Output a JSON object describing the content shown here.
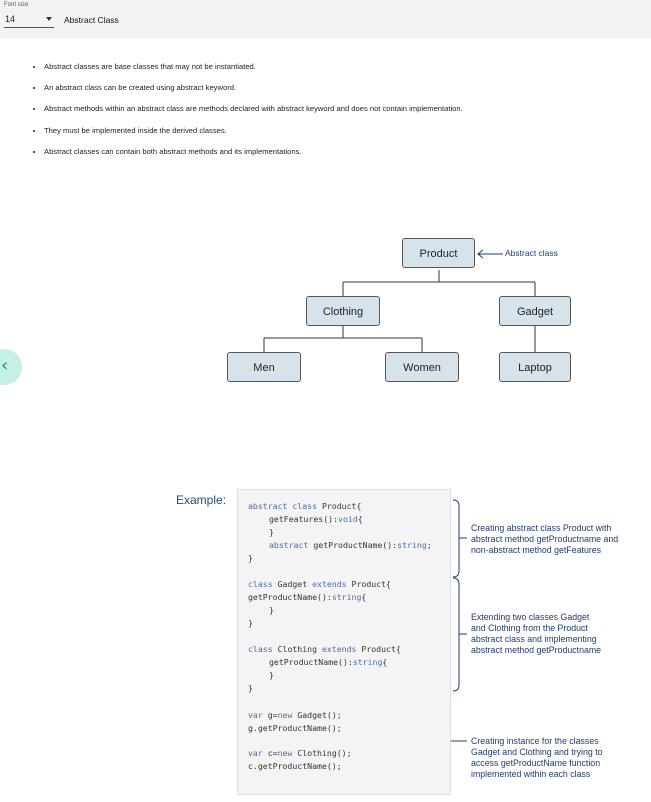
{
  "toolbar": {
    "font_size_label": "Font size",
    "font_size_value": "14",
    "title": "Abstract Class"
  },
  "bullets": [
    "Abstract classes are base classes that may not be instantiated.",
    "An abstract class can be created using abstract keyword.",
    "Abstract methods within an abstract class are methods declared with abstract keyword and does not contain implementation.",
    "They must be implemented inside the derived classes.",
    "Abstract classes can contain both abstract methods and its implementations."
  ],
  "diagram": {
    "product": "Product",
    "clothing": "Clothing",
    "gadget": "Gadget",
    "men": "Men",
    "women": "Women",
    "laptop": "Laptop",
    "abstract_label": "Abstract class"
  },
  "example": {
    "label": "Example:",
    "code": {
      "l1a": "abstract class",
      "l1b": " Product{",
      "l2a": "getFeatures():",
      "l2b": "void",
      "l2c": "{",
      "l3": "}",
      "l4a": "abstract",
      "l4b": " getProductName():",
      "l4c": "string",
      "l4d": ";",
      "l5": "}",
      "l6a": "class",
      "l6b": " Gadget ",
      "l6c": "extends",
      "l6d": " Product{",
      "l7a": "getProductName():",
      "l7b": "string",
      "l7c": "{",
      "l8": "}",
      "l9": "}",
      "l10a": "class",
      "l10b": " Clothing ",
      "l10c": "extends",
      "l10d": " Product{",
      "l11a": "getProductName():",
      "l11b": "string",
      "l11c": "{",
      "l12": "}",
      "l13": "}",
      "l14a": "var",
      "l14b": " g=",
      "l14c": "new",
      "l14d": " Gadget();",
      "l15": "g.getProductName();",
      "l16a": "var",
      "l16b": " c=",
      "l16c": "new",
      "l16d": " Clothing();",
      "l17": "c.getProductName();"
    },
    "annotations": [
      [
        "Creating abstract class Product with",
        "abstract method getProductname and",
        "non-abstract method getFeatures"
      ],
      [
        "Extending two classes Gadget",
        "and Clothing from the Product",
        "abstract class and implementing",
        "abstract method getProductname"
      ],
      [
        "Creating instance for the classes",
        "Gadget and Clothing and trying to",
        "access getProductName function",
        "implemented within each class"
      ]
    ]
  }
}
